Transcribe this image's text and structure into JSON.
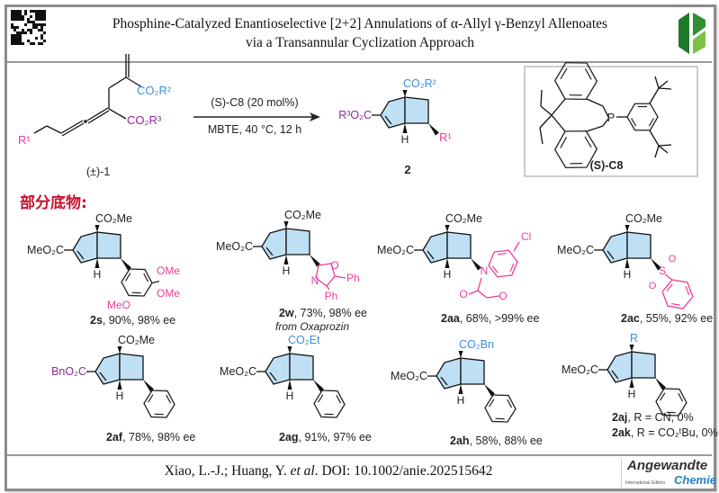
{
  "header": {
    "title_line1": "Phosphine-Catalyzed Enantioselective [2+2] Annulations of α-Allyl γ-Benzyl Allenoates",
    "title_line2": "via a Transannular Cyclization Approach"
  },
  "scheme": {
    "substrate_label": "(±)-1",
    "conditions_top": "(S)-C8 (20 mol%)",
    "conditions_bottom": "MBTE, 40 °C, 12 h",
    "product_label": "2",
    "r1": "R¹",
    "co2r2": "CO₂R²",
    "co2r3": "CO₂R³",
    "r3o2c": "R³O₂C",
    "h": "H",
    "catalyst_label": "(S)-C8",
    "catalyst_p": "P"
  },
  "section_title": "部分底物:",
  "compounds": [
    {
      "id": "2s",
      "result": ", 90%, 98% ee",
      "top": "CO₂Me",
      "left": "MeO₂C",
      "h": "H",
      "sub_labels": [
        "OMe",
        "OMe",
        "MeO"
      ]
    },
    {
      "id": "2w",
      "result": ", 73%, 98% ee",
      "note": "from Oxaprozin",
      "top": "CO₂Me",
      "left": "MeO₂C",
      "h": "H",
      "sub_labels": [
        "O",
        "N",
        "Ph",
        "Ph"
      ]
    },
    {
      "id": "2aa",
      "result": ", 68%, >99% ee",
      "top": "CO₂Me",
      "left": "MeO₂C",
      "h": "H",
      "sub_labels": [
        "N",
        "O",
        "O",
        "Cl"
      ]
    },
    {
      "id": "2ac",
      "result": ", 55%, 92% ee",
      "top": "CO₂Me",
      "left": "MeO₂C",
      "h": "H",
      "sub_labels": [
        "S",
        "O",
        "O"
      ]
    },
    {
      "id": "2af",
      "result": ", 78%, 98% ee",
      "top": "CO₂Me",
      "left": "BnO₂C",
      "h": "H",
      "sub_labels": []
    },
    {
      "id": "2ag",
      "result": ", 91%, 97% ee",
      "top": "CO₂Et",
      "left": "MeO₂C",
      "h": "H",
      "sub_labels": []
    },
    {
      "id": "2ah",
      "result": ", 58%, 88% ee",
      "top": "CO₂Bn",
      "left": "MeO₂C",
      "h": "H",
      "sub_labels": []
    },
    {
      "id": "2aj",
      "result": ", R = CN, 0%",
      "id2": "2ak",
      "result2": ", R = CO₂ᵗBu, 0%",
      "top": "R",
      "left": "MeO₂C",
      "h": "H",
      "sub_labels": []
    }
  ],
  "footer": {
    "citation_authors": "Xiao, L.-J.; Huang, Y. ",
    "citation_etal": "et al",
    "citation_doi": ". DOI: 10.1002/anie.202515642",
    "journal_name_1": "Angewandte",
    "journal_name_2": "Chemie",
    "journal_edition": "International Edition"
  },
  "colors": {
    "pink": "#ee3d96",
    "purple": "#8a2b9a",
    "blue": "#3a8fdc",
    "core_fill": "#bfe0f4",
    "section_red": "#c8102e",
    "logo_dark": "#1f7a2a",
    "logo_light": "#7cc242"
  }
}
